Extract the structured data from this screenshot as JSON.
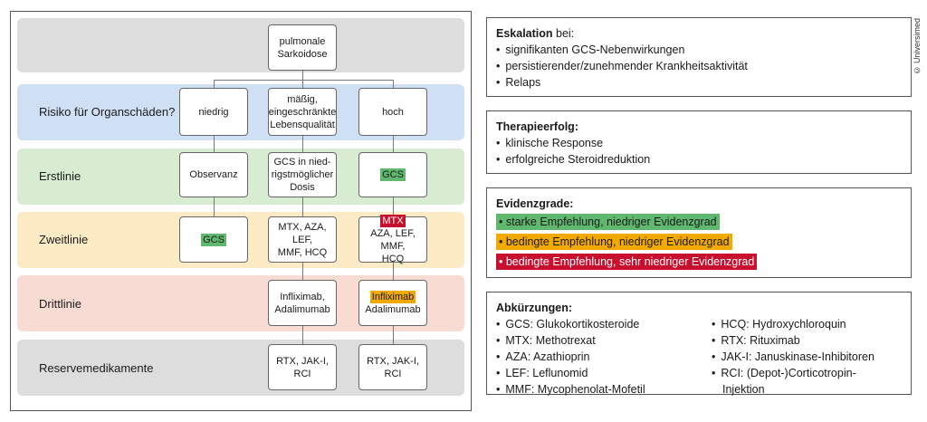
{
  "flow": {
    "root": [
      "pulmonale",
      "Sarkoidose"
    ],
    "bands": [
      {
        "label": "Risiko für Organschäden?",
        "color": "#cfe0f4"
      },
      {
        "label": "Erstlinie",
        "color": "#d8ecd2"
      },
      {
        "label": "Zweitlinie",
        "color": "#fcebc4"
      },
      {
        "label": "Drittlinie",
        "color": "#f8dcd3"
      },
      {
        "label": "Reservemedikamente",
        "color": "#dddddd"
      }
    ],
    "risk": {
      "low": "niedrig",
      "mid": [
        "mäßig,",
        "eingeschränkte",
        "Lebensqualität"
      ],
      "high": "hoch"
    },
    "first": {
      "low": "Observanz",
      "mid": [
        "GCS in nied-",
        "rigstmöglicher",
        "Dosis"
      ],
      "high": "GCS"
    },
    "second": {
      "low": "GCS",
      "mid": [
        "MTX, AZA, LEF,",
        "MMF, HCQ"
      ],
      "high_tag": "MTX",
      "high": [
        "AZA, LEF, MMF,",
        "HCQ"
      ]
    },
    "third": {
      "mid": [
        "Infliximab,",
        "Adalimumab"
      ],
      "high_tag": "Infliximab",
      "high": "Adalimumab"
    },
    "reserve": {
      "mid": [
        "RTX, JAK-I,",
        "RCI"
      ],
      "high": [
        "RTX, JAK-I,",
        "RCI"
      ]
    }
  },
  "escalation": {
    "title": "Eskalation",
    "title_suffix": " bei:",
    "items": [
      "signifikanten GCS-Nebenwirkungen",
      "persistierender/zunehmender Krankheitsaktivität",
      "Relaps"
    ]
  },
  "success": {
    "title": "Therapieerfolg:",
    "items": [
      "klinische Response",
      "erfolgreiche Steroidreduktion"
    ]
  },
  "evidence": {
    "title": "Evidenzgrade:",
    "items": [
      {
        "text": "• starke Empfehlung, niedriger Evidenzgrad",
        "color": "#5fb86e"
      },
      {
        "text": "• bedingte Empfehlung, niedriger Evidenzgrad",
        "color": "#f2a900"
      },
      {
        "text": "• bedingte Empfehlung, sehr niedriger Evidenzgrad",
        "color": "#c8102e"
      }
    ]
  },
  "abbreviations": {
    "title": "Abkürzungen:",
    "left": [
      "GCS: Glukokortikosteroide",
      "MTX: Methotrexat",
      "AZA: Azathioprin",
      "LEF: Leflunomid",
      "MMF: Mycophenolat-Mofetil"
    ],
    "right": [
      "HCQ: Hydroxychloroquin",
      "RTX: Rituximab",
      "JAK-I: Januskinase-Inhibitoren",
      "RCI: (Depot-)Corticotropin-",
      "Injektion"
    ]
  },
  "copyright": "© Universimed"
}
